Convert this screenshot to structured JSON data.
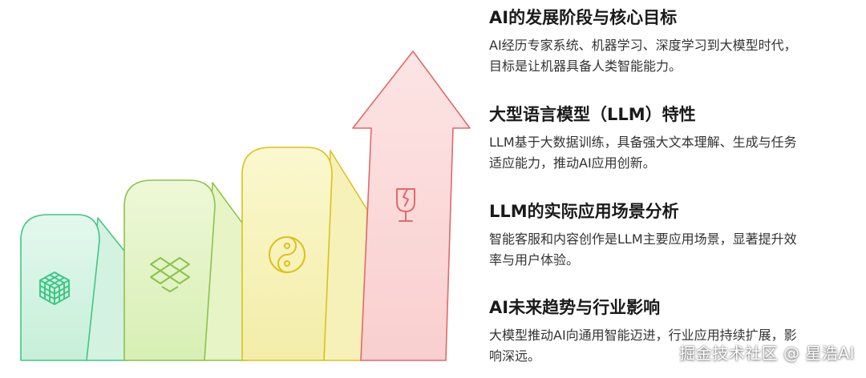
{
  "steps": [
    {
      "icon": "cube-grid-icon",
      "color": "#3cc886"
    },
    {
      "icon": "dropbox-icon",
      "color": "#8bc34a"
    },
    {
      "icon": "yin-yang-icon",
      "color": "#d9c21a"
    },
    {
      "icon": "broken-glass-icon",
      "color": "#e06a6a"
    }
  ],
  "items": [
    {
      "title": "AI的发展阶段与核心目标",
      "desc_line1": "AI经历专家系统、机器学习、深度学习到大模型时代，",
      "desc_line2": "目标是让机器具备人类智能能力。"
    },
    {
      "title": "大型语言模型（LLM）特性",
      "desc_line1": "LLM基于大数据训练，具备强大文本理解、生成与任务",
      "desc_line2": "适应能力，推动AI应用创新。"
    },
    {
      "title": "LLM的实际应用场景分析",
      "desc_line1": "智能客服和内容创作是LLM主要应用场景，显著提升效",
      "desc_line2": "率与用户体验。"
    },
    {
      "title": "AI未来趋势与行业影响",
      "desc_line1": "大模型推动AI向通用智能迈进，行业应用持续扩展，影",
      "desc_line2": "响深远。"
    }
  ],
  "watermark": "掘金技术社区 @ 星浩AI"
}
